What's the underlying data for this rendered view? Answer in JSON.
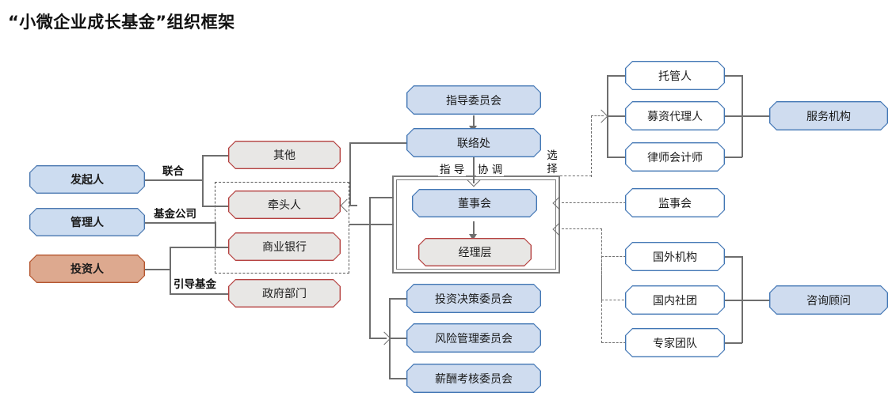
{
  "title": "“小微企业成长基金”组织框架",
  "colors": {
    "blue_fill": "#cfdcef",
    "blue_border": "#4176b4",
    "orange_fill": "#dda98f",
    "orange_border": "#b5562f",
    "gray_fill": "#e8e7e5",
    "red_border": "#b5403f",
    "white_fill": "#ffffff",
    "connector": "#6e6e6e",
    "text": "#1a1a1a"
  },
  "nodes": {
    "sponsor": "发起人",
    "manager": "管理人",
    "investor": "投资人",
    "other": "其他",
    "lead": "牵头人",
    "commercial_bank": "商业银行",
    "government": "政府部门",
    "steering_committee": "指导委员会",
    "liaison_office": "联络处",
    "board": "董事会",
    "management_layer": "经理层",
    "investment_decision_committee": "投资决策委员会",
    "risk_management_committee": "风险管理委员会",
    "compensation_committee": "薪酬考核委员会",
    "custodian": "托管人",
    "fundraising_agent": "募资代理人",
    "lawyer_accountant": "律师会计师",
    "service_org": "服务机构",
    "supervisory_board": "监事会",
    "foreign_institution": "国外机构",
    "domestic_association": "国内社团",
    "expert_team": "专家团队",
    "consultant": "咨询顾问"
  },
  "edge_labels": {
    "union": "联合",
    "fund_company": "基金公司",
    "guidance_fund": "引导基金",
    "guide": "指 导",
    "coordinate": "协 调",
    "choose": "选择"
  }
}
